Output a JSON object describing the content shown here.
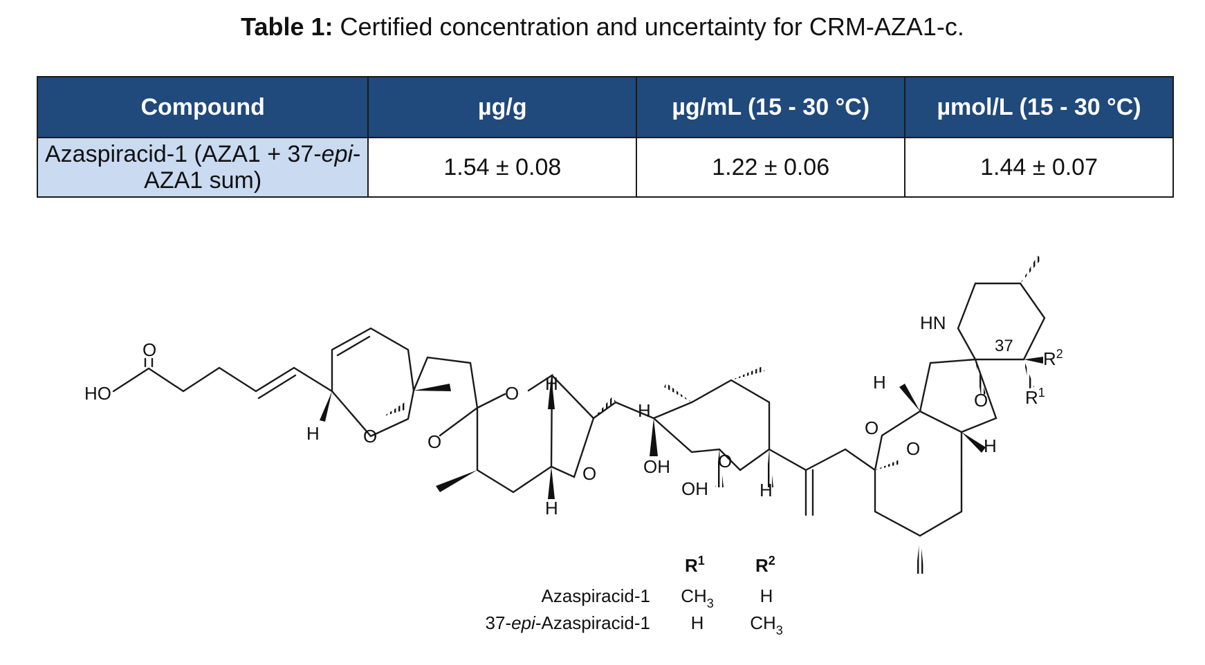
{
  "caption": {
    "prefix": "Table 1:",
    "text": " Certified concentration and uncertainty for CRM-AZA1-c."
  },
  "table": {
    "headers": [
      "Compound",
      "µg/g",
      "µg/mL (15 - 30 °C)",
      "µmol/L (15 - 30 °C)"
    ],
    "row": {
      "compound_pre": "Azaspiracid-1 (AZA1 + 37-",
      "compound_ital": "epi",
      "compound_post": "-AZA1 sum)",
      "values": [
        "1.54 ± 0.08",
        "1.22 ± 0.06",
        "1.44 ± 0.07"
      ]
    }
  },
  "structure": {
    "atoms": {
      "o_carbonyl": "O",
      "ho": "HO",
      "h_left": "H",
      "o_ring1": "O",
      "o_ring2": "O",
      "o_ring3": "O",
      "o_ring4": "O",
      "h_up1": "H",
      "h_down1": "H",
      "h_mid": "H",
      "oh_bottom": "OH",
      "oh_ring": "OH",
      "o_ring5": "O",
      "h_ring5": "H",
      "o_ring6": "O",
      "o_bridge": "O",
      "h_right1": "H",
      "o_ring7": "O",
      "h_right2": "H",
      "hn": "HN",
      "num37": "37",
      "r1": "R",
      "r1_sup": "1",
      "r2": "R",
      "r2_sup": "2"
    },
    "legend": {
      "header_r1": "R",
      "header_r1_sup": "1",
      "header_r2": "R",
      "header_r2_sup": "2",
      "rows": [
        {
          "name_pre": "",
          "name_ital": "",
          "name_post": "Azaspiracid-1",
          "r1": "CH",
          "r1_sub": "3",
          "r2": "H",
          "r2_sub": ""
        },
        {
          "name_pre": "37-",
          "name_ital": "epi",
          "name_post": "-Azaspiracid-1",
          "r1": "H",
          "r1_sub": "",
          "r2": "CH",
          "r2_sub": "3"
        }
      ]
    }
  }
}
